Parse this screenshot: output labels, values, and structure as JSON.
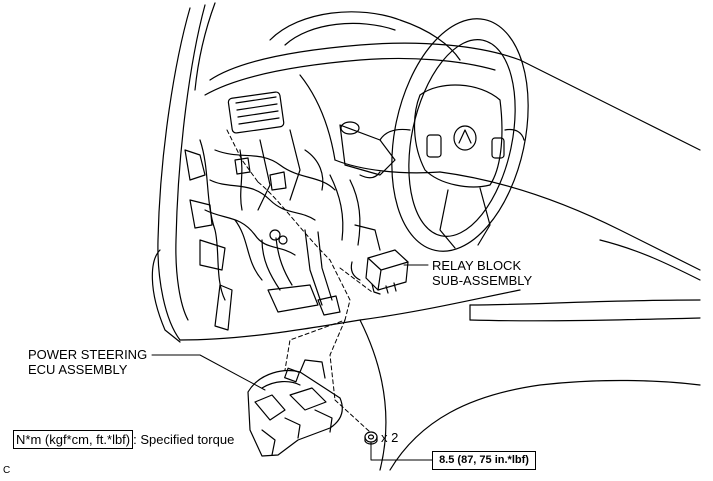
{
  "labels": {
    "relay_line1": "RELAY BLOCK",
    "relay_line2": "SUB-ASSEMBLY",
    "ecu_line1": "POWER STEERING",
    "ecu_line2": "ECU ASSEMBLY",
    "count": "x 2",
    "torque_value": "8.5 (87, 75 in.*lbf)",
    "legend_key": "N*m (kgf*cm, ft.*lbf)",
    "legend_text": ": Specified torque",
    "corner_code": "C"
  }
}
